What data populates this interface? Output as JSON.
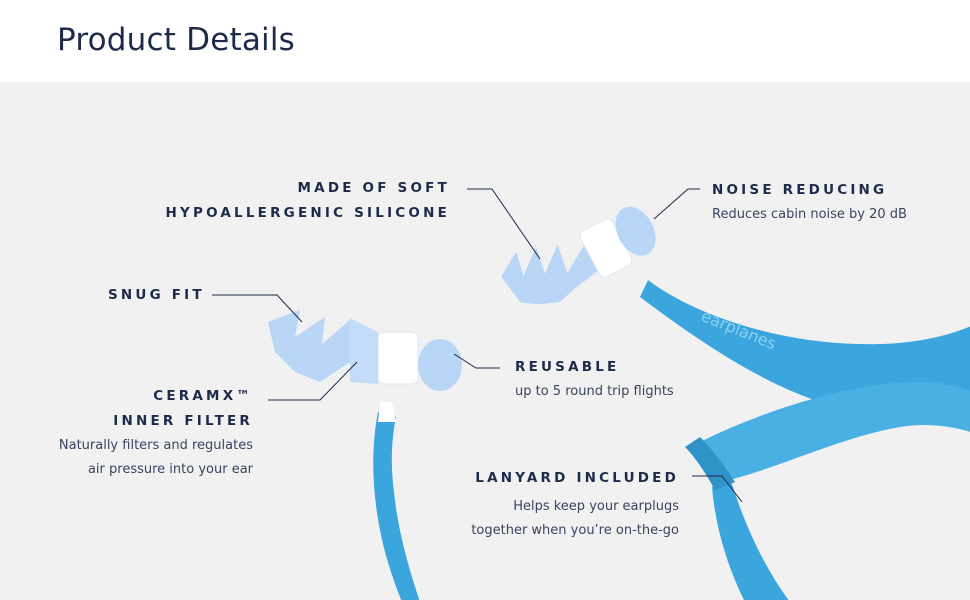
{
  "page": {
    "title": "Product Details"
  },
  "callouts": {
    "soft_silicone": {
      "heading_1": "MADE OF SOFT",
      "heading_2": "HYPOALLERGENIC SILICONE"
    },
    "noise": {
      "heading": "NOISE REDUCING",
      "description": "Reduces cabin noise by 20 dB"
    },
    "snug": {
      "heading": "SNUG FIT"
    },
    "reusable": {
      "heading": "REUSABLE",
      "description": "up to 5 round trip flights"
    },
    "filter": {
      "heading_1": "CERAMX™",
      "heading_2": "INNER FILTER",
      "description_1": "Naturally filters and regulates",
      "description_2": "air pressure into your ear"
    },
    "lanyard": {
      "heading": "LANYARD INCLUDED",
      "description_1": "Helps keep your earplugs",
      "description_2": "together when you’re on-the-go"
    }
  },
  "product": {
    "lanyard_print": "earplanes"
  },
  "colors": {
    "heading": "#1d2a4a",
    "background": "#f1f1f1",
    "earplug_tip": "#b9d6f6",
    "lanyard": "#3ba6dd",
    "connector": "#ffffff"
  }
}
